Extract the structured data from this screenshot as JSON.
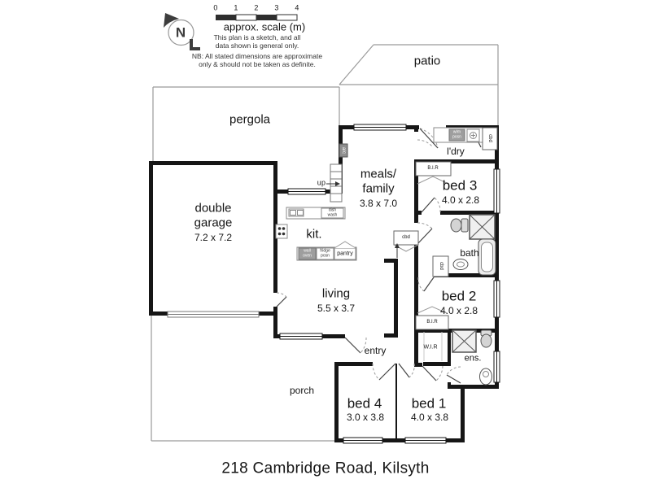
{
  "header": {
    "north_label": "N",
    "scale": {
      "ticks": [
        "0",
        "1",
        "2",
        "3",
        "4"
      ],
      "caption": "approx. scale (m)"
    },
    "disclaimer": {
      "line1": "This plan is a sketch, and all",
      "line2": "data shown is general only.",
      "line3": "NB: All stated dimensions are approximate",
      "line4": "only & should not be taken as definite."
    }
  },
  "rooms": {
    "patio": {
      "label": "patio"
    },
    "pergola": {
      "label": "pergola"
    },
    "garage": {
      "line1": "double",
      "line2": "garage",
      "dims": "7.2 x 7.2"
    },
    "meals": {
      "line1": "meals/",
      "line2": "family",
      "dims": "3.8 x 7.0"
    },
    "kitchen": {
      "label": "kit."
    },
    "living": {
      "label": "living",
      "dims": "5.5 x 3.7"
    },
    "laundry": {
      "label": "l'dry"
    },
    "bed3": {
      "label": "bed 3",
      "dims": "4.0 x 2.8"
    },
    "bath": {
      "label": "bath"
    },
    "bed2": {
      "label": "bed 2",
      "dims": "4.0 x 2.8"
    },
    "wir": {
      "label": "W.I.R"
    },
    "ens": {
      "label": "ens."
    },
    "bed1": {
      "label": "bed 1",
      "dims": "4.0 x 3.8"
    },
    "bed4": {
      "label": "bed 4",
      "dims": "3.0 x 3.8"
    },
    "entry": {
      "label": "entry"
    },
    "porch": {
      "label": "porch"
    }
  },
  "fixtures": {
    "bir": "B.I.R",
    "cbd": "cbd",
    "up": "up",
    "ac": "a/c",
    "wm": "w/m posn",
    "wall_oven": "wall oven",
    "fridge": "fridge posn",
    "pantry": "pantry",
    "dishwasher": "dish wash"
  },
  "colors": {
    "wall": "#161616",
    "thin_line": "#9a9a9a",
    "fixture_stroke": "#666666",
    "appliance_gray": "#9e9e9e"
  },
  "footer": {
    "address": "218 Cambridge Road, Kilsyth"
  }
}
